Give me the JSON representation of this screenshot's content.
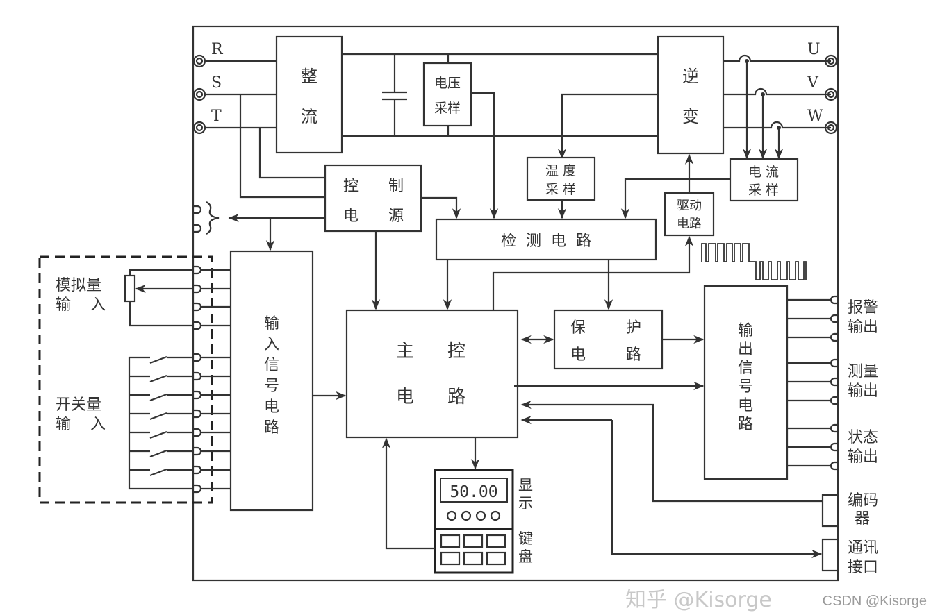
{
  "diagram": {
    "title": "变频器结构框图",
    "inputs": {
      "r": "R",
      "s": "S",
      "t": "T"
    },
    "outputs": {
      "u": "U",
      "v": "V",
      "w": "W"
    },
    "blocks": {
      "rectifier": [
        "整",
        "流"
      ],
      "voltage_sampling": [
        "电压",
        "采样"
      ],
      "inverter": [
        "逆",
        "变"
      ],
      "temperature_sampling": [
        "温 度",
        "采 样"
      ],
      "current_sampling": [
        "电 流",
        "采 样"
      ],
      "control_power": [
        "控",
        "制",
        "电",
        "源"
      ],
      "detection_circuit": "检  测  电  路",
      "drive_circuit": [
        "驱动",
        "电路"
      ],
      "main_control": [
        "主",
        "控",
        "电",
        "路"
      ],
      "protection_circuit": [
        "保",
        "护",
        "电",
        "路"
      ],
      "input_signal_circuit": [
        "输",
        "入",
        "信",
        "号",
        "电",
        "路"
      ],
      "output_signal_circuit": [
        "输",
        "出",
        "信",
        "号",
        "电",
        "路"
      ]
    },
    "left_labels": {
      "analog_input": [
        "模拟量",
        "输    入"
      ],
      "switch_input": [
        "开关量",
        "输    入"
      ]
    },
    "right_labels": {
      "alarm_output": [
        "报警",
        "输出"
      ],
      "measurement_output": [
        "测量",
        "输出"
      ],
      "status_output": [
        "状态",
        "输出"
      ],
      "encoder": [
        "编码",
        "器"
      ],
      "comm_interface": [
        "通讯",
        "接口"
      ]
    },
    "panel": {
      "display_value": "50.00",
      "display_label": [
        "显",
        "示"
      ],
      "keyboard_label": [
        "键",
        "盘"
      ]
    }
  },
  "watermarks": {
    "zhihu": "知乎 @Kisorge",
    "csdn": "CSDN @Kisorge"
  }
}
